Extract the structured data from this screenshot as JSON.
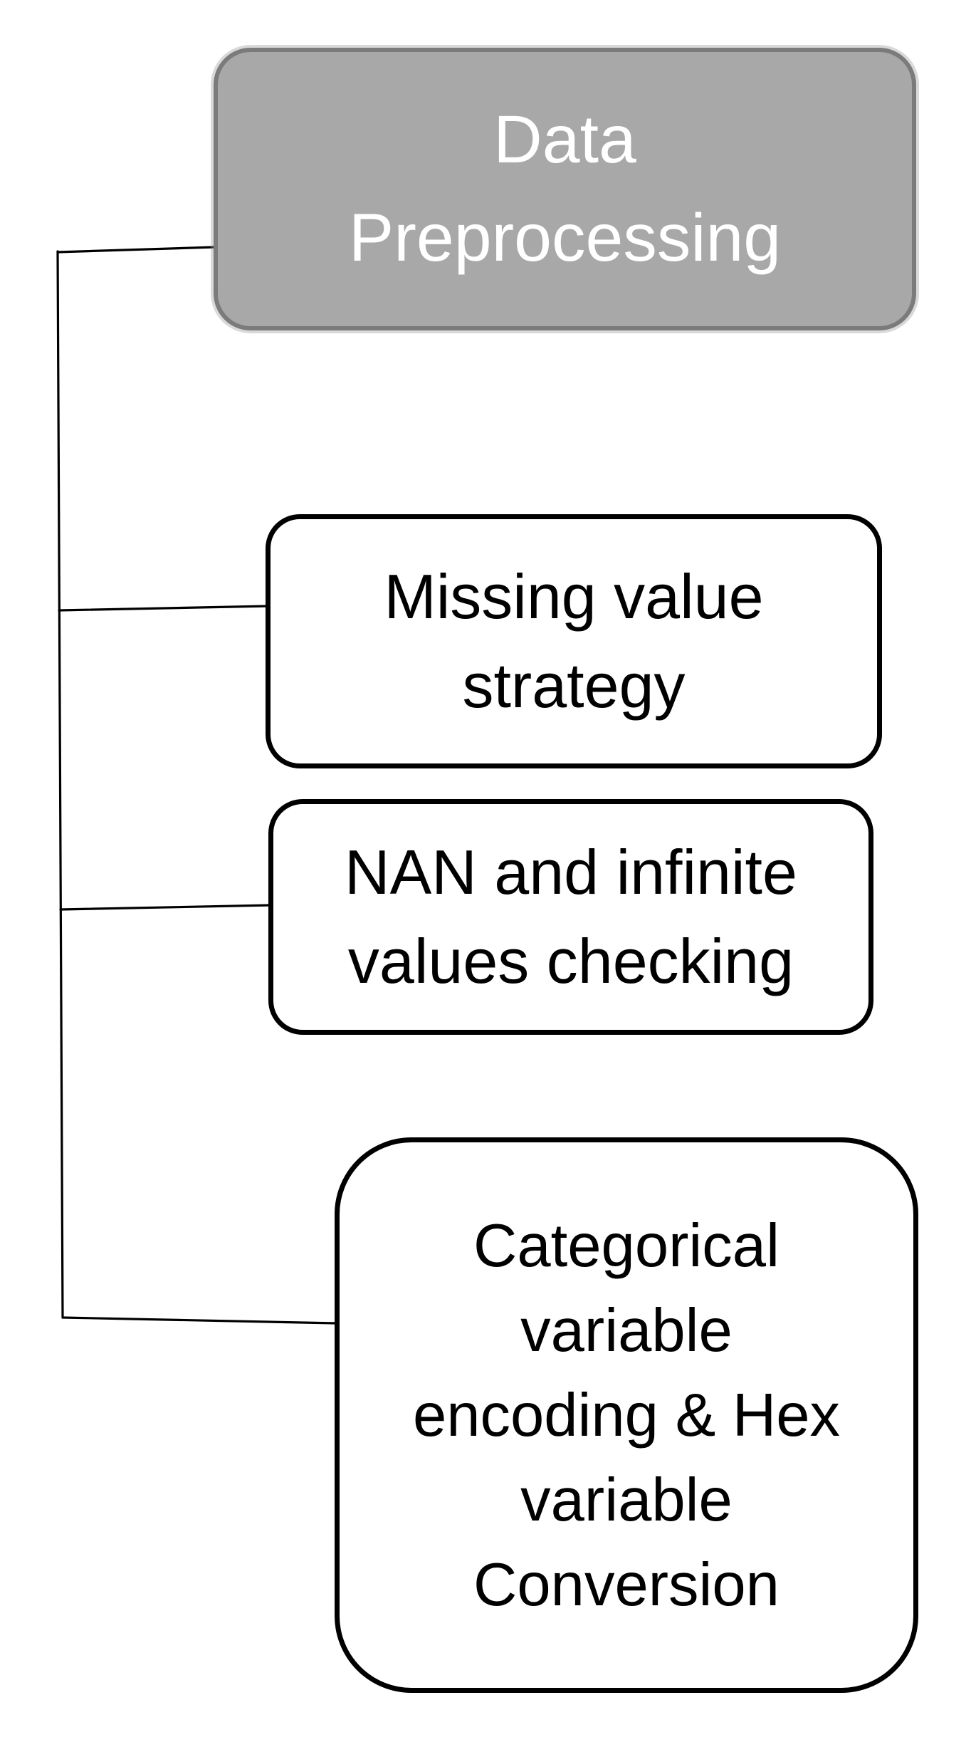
{
  "diagram": {
    "type": "hierarchy",
    "root": {
      "label": "Data Preprocessing",
      "lines": [
        "Data",
        "Preprocessing"
      ]
    },
    "children": [
      {
        "label": "Missing value strategy",
        "lines": [
          "Missing value",
          "strategy"
        ]
      },
      {
        "label": "NAN and infinite values checking",
        "lines": [
          "NAN and infinite",
          "values checking"
        ]
      },
      {
        "label": "Categorical variable encoding & Hex variable Conversion",
        "lines": [
          "Categorical",
          "variable",
          "encoding & Hex",
          "variable",
          "Conversion"
        ]
      }
    ]
  },
  "colors": {
    "root_fill": "#a8a8a8",
    "root_border": "#7b7b7b",
    "root_text": "#ffffff",
    "child_fill": "#ffffff",
    "child_border": "#000000",
    "child_text": "#000000",
    "connector": "#000000",
    "canvas_bg": "#ffffff"
  }
}
